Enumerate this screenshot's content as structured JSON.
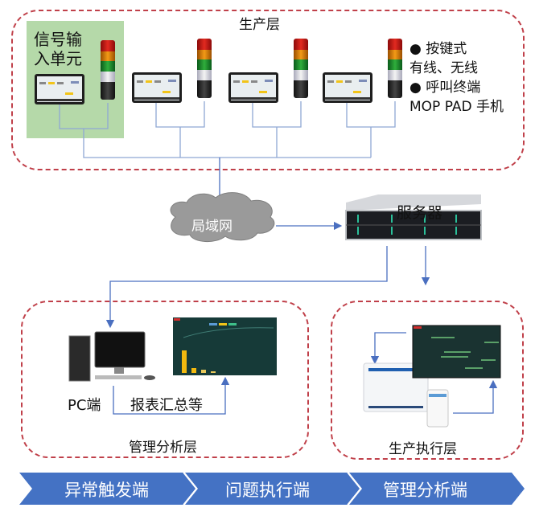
{
  "production_layer": {
    "title": "生产层",
    "signal_input_label_line1": "信号输",
    "signal_input_label_line2": "入单元",
    "bullets": [
      {
        "bullet": "●",
        "text": "按键式"
      },
      {
        "bullet": "",
        "text": "有线、无线"
      },
      {
        "bullet": "●",
        "text": "呼叫终端"
      },
      {
        "bullet": "",
        "text": "MOP PAD 手机"
      }
    ],
    "terminal_count": 4,
    "andon_light_count": 4
  },
  "network": {
    "lan_label": "局域网",
    "server_label": "服务器"
  },
  "management_layer": {
    "title": "管理分析层",
    "pc_label": "PC端",
    "report_label": "报表汇总等"
  },
  "execution_layer": {
    "title": "生产执行层"
  },
  "flow": {
    "steps": [
      "异常触发端",
      "问题执行端",
      "管理分析端"
    ],
    "color": "#4472c4"
  },
  "colors": {
    "dashed_border": "#c0404a",
    "connector": "#8fa8d4",
    "arrow": "#4a6fc0",
    "green_panel": "#b5d9a9",
    "cloud": "#9a9a9a"
  }
}
